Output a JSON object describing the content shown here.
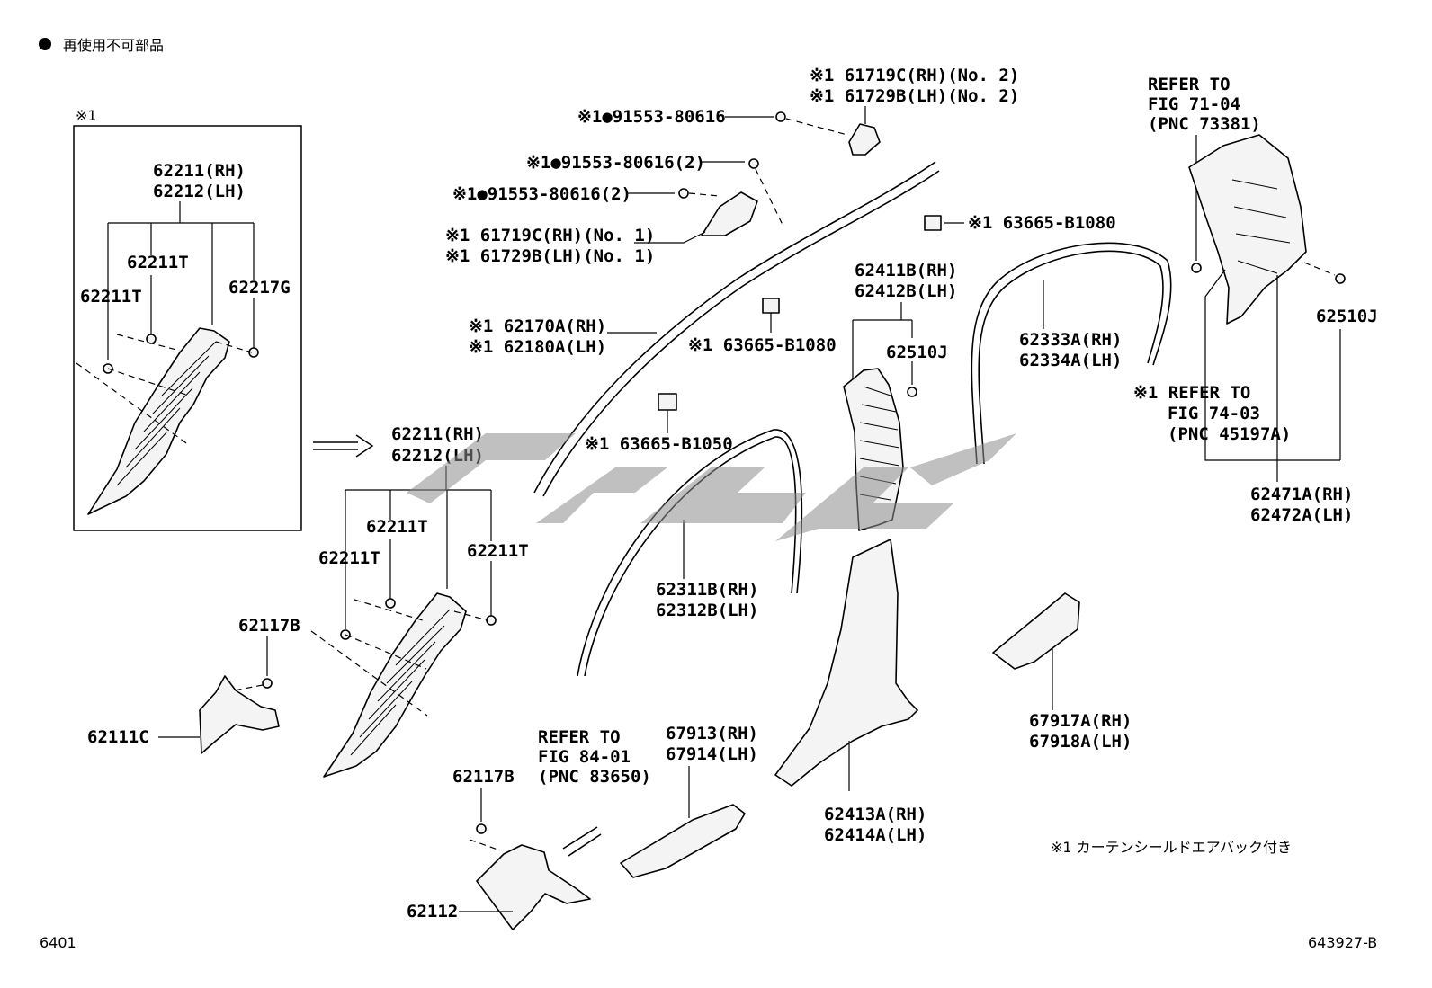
{
  "legend": {
    "bullet_text": "再使用不可部品"
  },
  "note_curtain": "※1 カーテンシールドエアバック付き",
  "page_left": "6401",
  "page_right": "643927-B",
  "inset_mark": "※1",
  "labels": {
    "l62211_in": "62211(RH)",
    "l62212_in": "62212(LH)",
    "l62211T_a": "62211T",
    "l62211T_b": "62211T",
    "l62217G": "62217G",
    "l62211_main": "62211(RH)",
    "l62212_main": "62212(LH)",
    "l62211T_c": "62211T",
    "l62211T_d": "62211T",
    "l62211T_e": "62211T",
    "l62117B_a": "62117B",
    "l62111C": "62111C",
    "l62117B_b": "62117B",
    "l62112": "62112",
    "ref84_1": "REFER TO",
    "ref84_2": "FIG 84-01",
    "ref84_3": "(PNC 83650)",
    "l67913": "67913(RH)",
    "l67914": "67914(LH)",
    "l62311B": "62311B(RH)",
    "l62312B": "62312B(LH)",
    "l63665_1050": "※1 63665-B1050",
    "l62170A": "※1 62170A(RH)",
    "l62180A": "※1 62180A(LH)",
    "l63665_1080a": "※1 63665-B1080",
    "l61719C_1": "※1 61719C(RH)(No. 1)",
    "l61729B_1": "※1 61729B(LH)(No. 1)",
    "l91553_a": "※1●91553-80616(2)",
    "l91553_b": "※1●91553-80616(2)",
    "l91553_c": "※1●91553-80616",
    "l61719C_2": "※1 61719C(RH)(No. 2)",
    "l61729B_2": "※1 61729B(LH)(No. 2)",
    "l63665_1080b": "※1 63665-B1080",
    "l62411B": "62411B(RH)",
    "l62412B": "62412B(LH)",
    "l62510J_a": "62510J",
    "l62413A": "62413A(RH)",
    "l62414A": "62414A(LH)",
    "l62333A": "62333A(RH)",
    "l62334A": "62334A(LH)",
    "l67917A": "67917A(RH)",
    "l67918A": "67918A(LH)",
    "ref71_1": "REFER TO",
    "ref71_2": "FIG 71-04",
    "ref71_3": "(PNC 73381)",
    "l62510J_b": "62510J",
    "ref74_1": "※1 REFER TO",
    "ref74_2": "FIG 74-03",
    "ref74_3": "(PNC 45197A)",
    "l62471A": "62471A(RH)",
    "l62472A": "62472A(LH)"
  },
  "colors": {
    "ink": "#000000",
    "watermark": "#8c8c8c",
    "background": "#ffffff"
  }
}
